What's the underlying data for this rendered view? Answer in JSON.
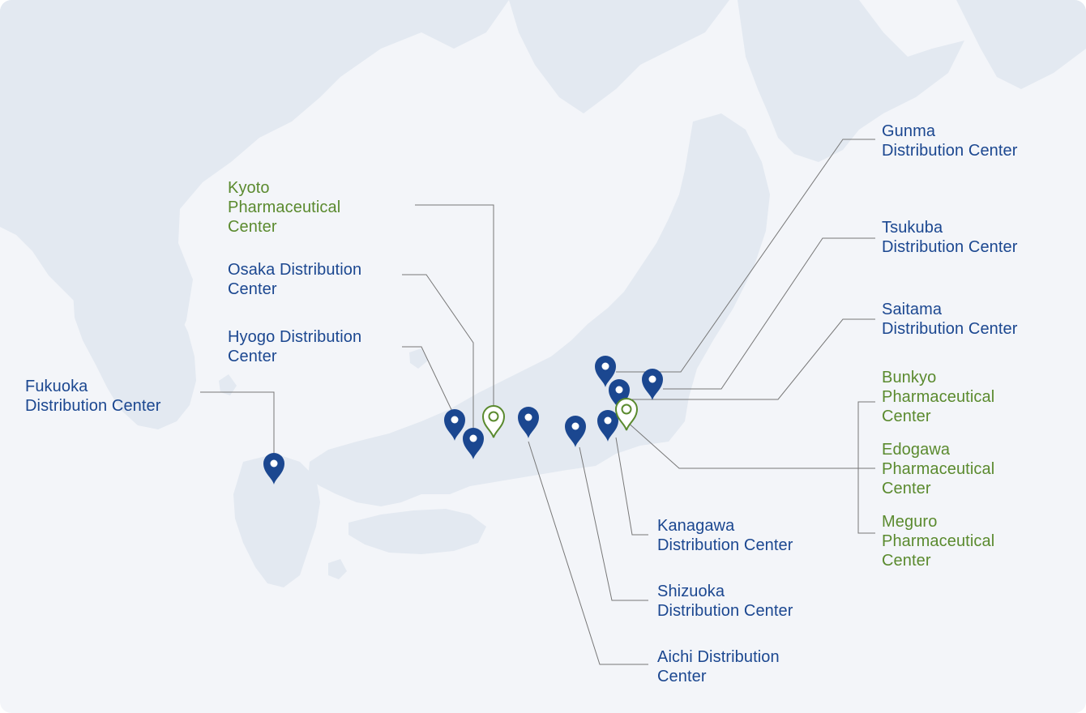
{
  "colors": {
    "sea": "#f3f5f9",
    "land": "#e3e9f1",
    "distribution": "#1b4790",
    "pharmaceutical": "#5a8a2e",
    "leader_line": "#777777"
  },
  "icons": {
    "distribution": "map-pin-filled-icon",
    "pharmaceutical": "map-pin-outline-icon"
  },
  "labels": {
    "fukuoka": [
      "Fukuoka",
      "Distribution Center"
    ],
    "kyoto": [
      "Kyoto",
      "Pharmaceutical",
      "Center"
    ],
    "osaka": [
      "Osaka Distribution",
      "Center"
    ],
    "hyogo": [
      "Hyogo Distribution",
      "Center"
    ],
    "gunma": [
      "Gunma",
      "Distribution Center"
    ],
    "tsukuba": [
      "Tsukuba",
      "Distribution Center"
    ],
    "saitama": [
      "Saitama",
      "Distribution Center"
    ],
    "bunkyo": [
      "Bunkyo",
      "Pharmaceutical",
      "Center"
    ],
    "edogawa": [
      "Edogawa",
      "Pharmaceutical",
      "Center"
    ],
    "meguro": [
      "Meguro",
      "Pharmaceutical",
      "Center"
    ],
    "kanagawa": [
      "Kanagawa",
      "Distribution Center"
    ],
    "shizuoka": [
      "Shizuoka",
      "Distribution Center"
    ],
    "aichi": [
      "Aichi Distribution",
      "Center"
    ]
  }
}
